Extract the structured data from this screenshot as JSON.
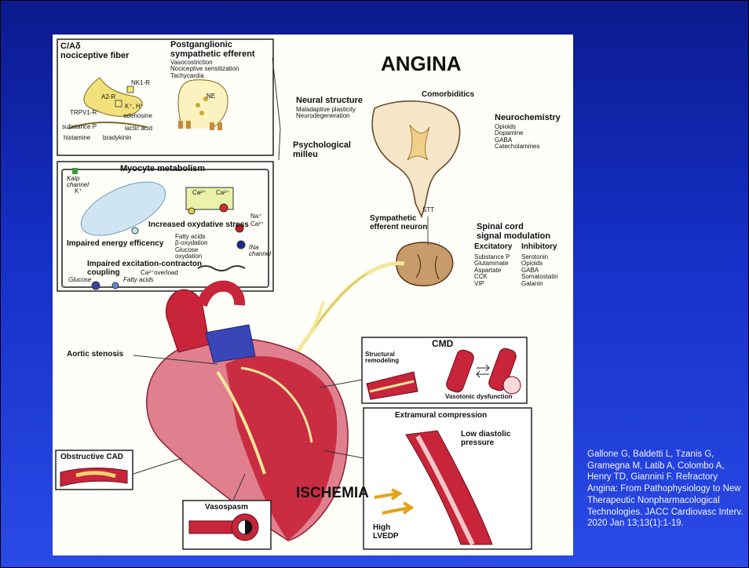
{
  "figure": {
    "title": "ANGINA",
    "bottom_title": "ISCHEMIA",
    "nociceptive": {
      "title": "C/Aδ\nnociceptive fiber",
      "postganglionic_title": "Postganglionic\nsympathetic efferent",
      "effects": "Vasocostriction\nNociceptive sensitization\nTachycardia",
      "receptor_nk1": "NK1-R",
      "receptor_a2": "A2-R",
      "receptor_trpv1": "TRPV1-R",
      "ions": "K⁺, H⁺",
      "adenosine": "adenosine",
      "substance_p": "substance P",
      "lactic_acid": "lactic acid",
      "histamine": "histamine",
      "bradykinin": "bradykinin",
      "ne": "NE"
    },
    "myocyte": {
      "title": "Myocyte  metabolism",
      "katp": "Katp\nchannel",
      "k": "K⁺",
      "ca1": "Ca²⁺",
      "ca2": "Ca²⁺",
      "oxidative": "Increased oxydative stress",
      "energy": "Impaired energy efficency",
      "metab": "Fatty acids\nβ-oxydation\nGlucose\noxydation",
      "excitation": "Impaired excitation-contracton\ncoupling",
      "overload": "Ca²⁺overload",
      "glucose": "Glucose",
      "fatty": "Fatty acids",
      "na": "Na⁺",
      "ca3": "Ca²⁺",
      "ina": "INa\nchannel"
    },
    "spinal": {
      "neural_structure": "Neural structure",
      "neural_items": "Maladaptive plasticity\nNeurodegeneration",
      "comorbidities": "Comorbiditics",
      "neurochemistry": "Neurochemistry",
      "neurochem_items": "Opioids\nDopamine\nGABA\nCatecholamines",
      "psychological": "Psychological\nmilleu",
      "stt": "STT",
      "sympathetic": "Sympathetic\nefferent neuron",
      "signal_title": "Spinal cord\nsignal modulation",
      "excitatory": "Excitatory",
      "inhibitory": "Inhibitory",
      "excitatory_items": "Substance P\nGlutammate\nAspartate\nCCK\nVIP",
      "inhibitory_items": "Serotonin\nOpioids\nGABA\nSomatostatin\nGalanin"
    },
    "cmd": {
      "title": "CMD",
      "structural": "Structural\nremodeling",
      "vasotonic": "Vasotonic dysfunction"
    },
    "extramural": {
      "title": "Extramural compression",
      "low": "Low diastolic\npressure",
      "high": "High\nLVEDP"
    },
    "aortic_stenosis": "Aortic stenosis",
    "obstructive_cad": "Obstructive CAD",
    "vasospasm": "Vasospasm"
  },
  "citation": "Gallone G, Baldetti L, Tzanis G, Gramegna M, Latib A, Colombo A, Henry TD, Giannini F. Refractory Angina: From Pathophysiology to New Therapeutic Nonpharmacological Technologies. JACC Cardiovasc Interv. 2020 Jan 13;13(1):1-19.",
  "colors": {
    "background_top": "#0b1a8c",
    "background_bottom": "#2a4ae6",
    "heart_red": "#c8243a",
    "nerve_yellow": "#f3e89a",
    "vessel_blue": "#3a46b8"
  }
}
